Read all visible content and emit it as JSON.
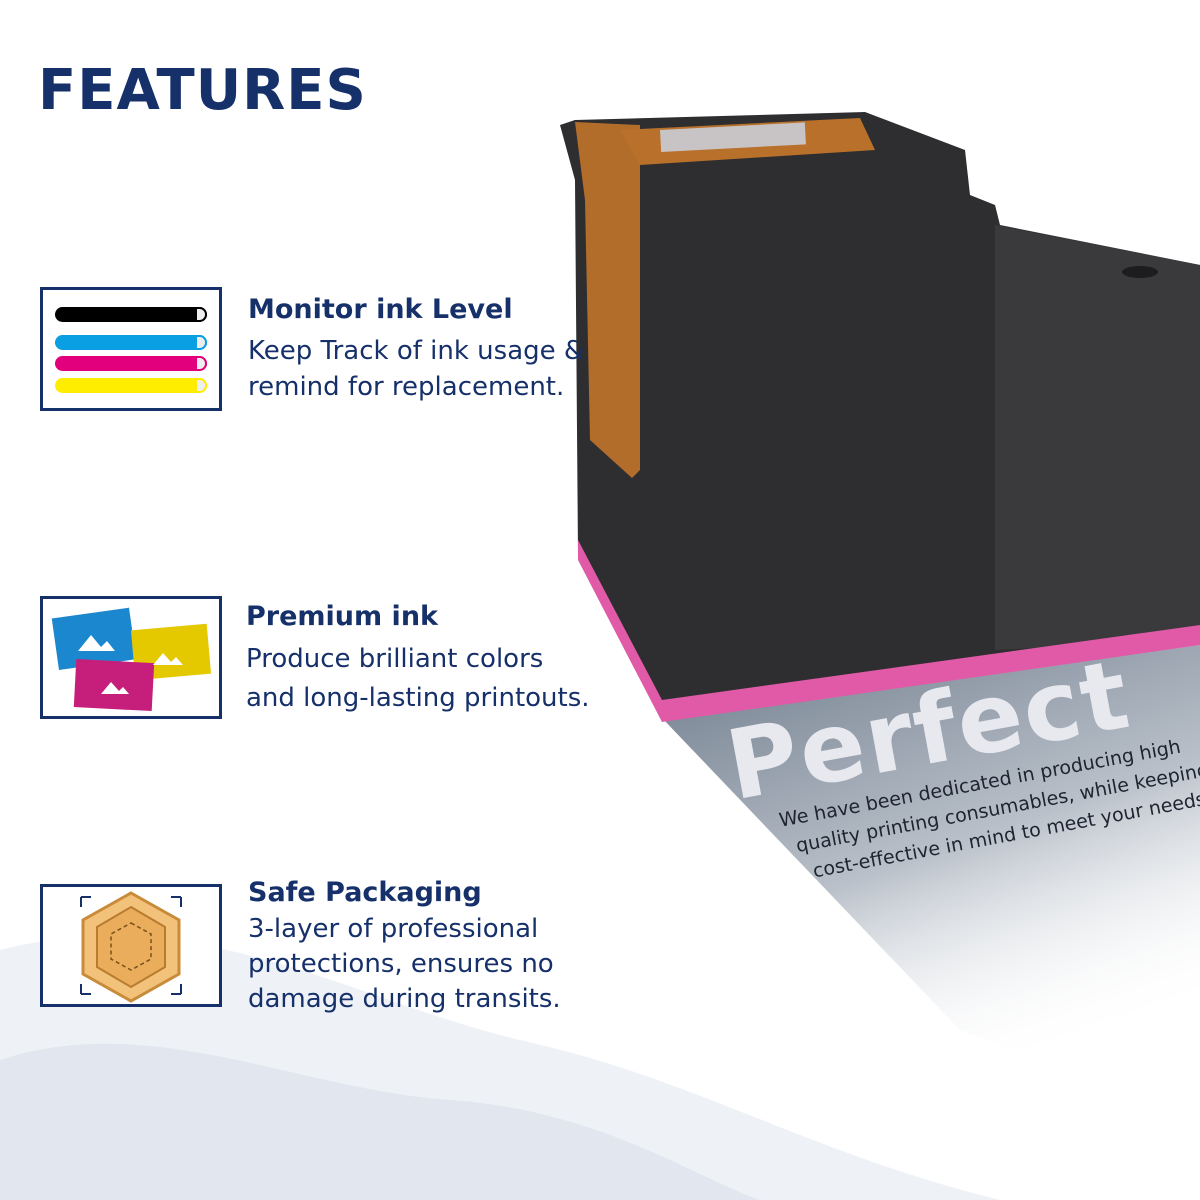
{
  "header": {
    "title": "FEATURES"
  },
  "features": [
    {
      "title": "Monitor ink Level",
      "desc": [
        "Keep Track of ink usage &",
        "remind for replacement."
      ],
      "icon": "ink-level-bars-icon"
    },
    {
      "title": "Premium ink",
      "desc": [
        "Produce brilliant colors",
        "and long-lasting printouts."
      ],
      "icon": "color-photos-icon"
    },
    {
      "title": "Safe Packaging",
      "desc": [
        "3-layer of professional",
        "protections, ensures no",
        "damage during transits."
      ],
      "icon": "package-box-icon"
    }
  ],
  "banner": {
    "headline": "Perfect",
    "lines": [
      "We have been dedicated in producing high",
      "quality printing consumables, while keeping",
      "cost-effective in mind to meet your needs"
    ]
  },
  "colors": {
    "navy": "#16306a",
    "black_ink": "#000000",
    "cyan_ink": "#0a9fe3",
    "magenta_ink": "#e3007d",
    "yellow_ink": "#ffed00",
    "cartridge_band": "#e05aa8"
  }
}
